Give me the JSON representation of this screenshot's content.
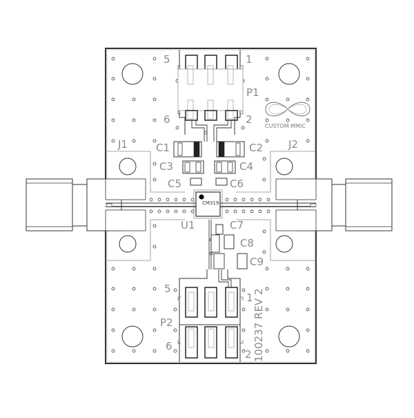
{
  "diagram": {
    "type": "pcb-layout",
    "board_id": "100237",
    "revision": "REV 2",
    "logo_text": "CUSTOM MMIC",
    "ic": {
      "ref": "U1",
      "part": "CM319"
    },
    "connectors": [
      {
        "ref": "J1",
        "side": "left"
      },
      {
        "ref": "J2",
        "side": "right"
      }
    ],
    "headers": [
      {
        "ref": "P1",
        "position": "top",
        "pins": {
          "top_left": "5",
          "top_right": "1",
          "bottom_left": "6",
          "bottom_right": "2"
        }
      },
      {
        "ref": "P2",
        "position": "bottom",
        "pins": {
          "top_left": "5",
          "top_right": "1",
          "bottom_left": "6",
          "bottom_right": "2"
        }
      }
    ],
    "capacitors": [
      "C1",
      "C2",
      "C3",
      "C4",
      "C5",
      "C6",
      "C7",
      "C8",
      "C9"
    ],
    "labels": {
      "j1": "J1",
      "j2": "J2",
      "p1": "P1",
      "p2": "P2",
      "u1": "U1",
      "chip": "CM319",
      "c1": "C1",
      "c2": "C2",
      "c3": "C3",
      "c4": "C4",
      "c5": "C5",
      "c6": "C6",
      "c7": "C7",
      "c8": "C8",
      "c9": "C9",
      "p1_pin5": "5",
      "p1_pin1": "1",
      "p1_pin6": "6",
      "p1_pin2": "2",
      "p2_pin5": "5",
      "p2_pin1": "1",
      "p2_pin6": "6",
      "p2_pin2": "2",
      "logo": "CUSTOM MMIC",
      "board_rev": "100237 REV 2"
    },
    "colors": {
      "outline": "#333333",
      "silkscreen": "#8a8a8a",
      "background": "#ffffff",
      "pin1_marker": "#000000"
    }
  }
}
